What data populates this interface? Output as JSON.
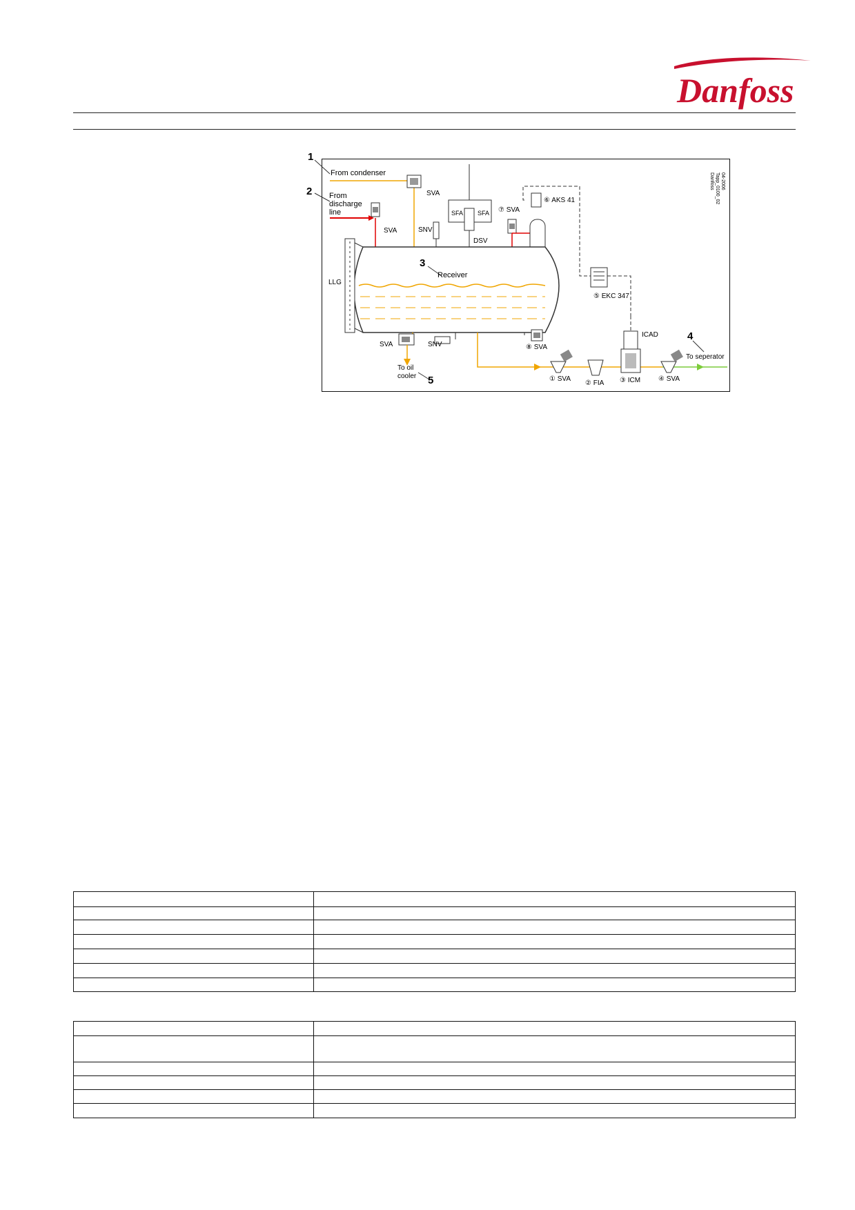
{
  "header": {
    "brand": "Danfoss",
    "brand_color": "#c8102e"
  },
  "diagram": {
    "callouts": {
      "n1": "1",
      "n2": "2",
      "n3": "3",
      "n4": "4",
      "n5": "5"
    },
    "labels": {
      "from_condenser": "From condenser",
      "from_discharge_1": "From",
      "from_discharge_2": "discharge",
      "from_discharge_3": "line",
      "sva_top": "SVA",
      "sva_discharge": "SVA",
      "snv_top": "SNV",
      "sfa_left": "SFA",
      "sfa_right": "SFA",
      "dsv": "DSV",
      "sva_7": "⑦ SVA",
      "aks41": "⑥ AKS 41",
      "receiver": "Receiver",
      "llg": "LLG",
      "ekc347": "⑤ EKC 347",
      "icad": "ICAD",
      "to_separator": "To seperator",
      "sva_bottom": "SVA",
      "snv_bottom": "SNV",
      "sva_8": "⑧ SVA",
      "to_oil_1": "To oil",
      "to_oil_2": "cooler",
      "sva_1": "① SVA",
      "fia_2": "② FIA",
      "icm_3": "③ ICM",
      "sva_4": "④ SVA",
      "drawing_ref_1": "Danfoss",
      "drawing_ref_2": "Tapp_0100_02",
      "drawing_ref_3": "04-2006"
    },
    "colors": {
      "liquid": "#f0a500",
      "discharge": "#e00000",
      "separator_line": "#7ccc3a",
      "outline": "#333333"
    }
  }
}
